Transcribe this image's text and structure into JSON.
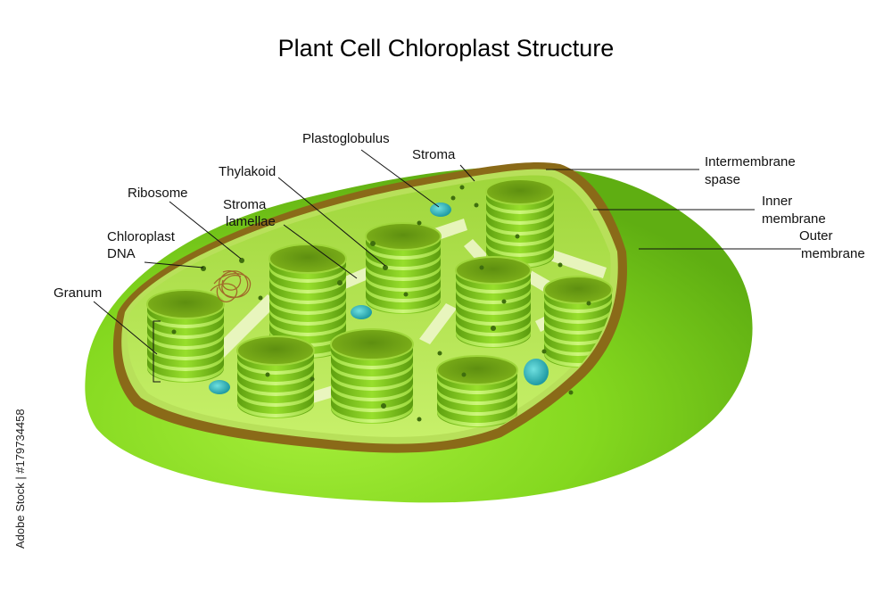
{
  "title": "Plant Cell Chloroplast Structure",
  "labels": {
    "plastoglobulus": "Plastoglobulus",
    "stroma": "Stroma",
    "thylakoid": "Thylakoid",
    "ribosome": "Ribosome",
    "stroma_lamellae_1": "Stroma",
    "stroma_lamellae_2": "lamellae",
    "chloroplast_dna_1": "Chloroplast",
    "chloroplast_dna_2": "DNA",
    "granum": "Granum",
    "intermembrane_1": "Intermembrane",
    "intermembrane_2": "spase",
    "inner_1": "Inner",
    "inner_2": "membrane",
    "outer_1": "Outer",
    "outer_2": "membrane"
  },
  "watermark": "Adobe Stock | #179734458",
  "colors": {
    "outer_membrane": "#7fd11b",
    "inner_edge": "#7a5a14",
    "stroma": "#b8e860",
    "granum_disc": "#7cc21a",
    "plastoglobulus": "#2bb3b3"
  }
}
